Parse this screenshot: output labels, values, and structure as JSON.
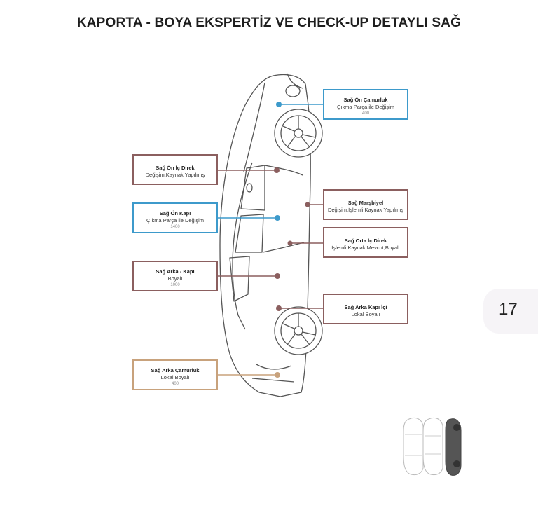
{
  "title": "KAPORTA - BOYA EKSPERTİZ VE CHECK-UP DETAYLI SAĞ",
  "colors": {
    "changed": "#3d9acb",
    "repaired": "#8b5f5f",
    "local_paint": "#c8a27c"
  },
  "parts": [
    {
      "name": "Sağ Ön Çamurluk",
      "status": "Çıkma Parça ile Değişim",
      "cost": "400"
    },
    {
      "name": "Sağ Ön İç Direk",
      "status": "Değişim,Kaynak Yapılmış",
      "cost": ""
    },
    {
      "name": "Sağ Marşbiyel",
      "status": "Değişim,İşlemli,Kaynak Yapılmış",
      "cost": ""
    },
    {
      "name": "Sağ Ön Kapı",
      "status": "Çıkma Parça ile Değişim",
      "cost": "1400"
    },
    {
      "name": "Sağ Orta İç Direk",
      "status": "İşlemli,Kaynak Mevcut,Boyalı",
      "cost": ""
    },
    {
      "name": "Sağ Arka - Kapı",
      "status": "Boyalı",
      "cost": "1000"
    },
    {
      "name": "Sağ Arka Kapı İçi",
      "status": "Lokal Boyalı",
      "cost": ""
    },
    {
      "name": "Sağ Arka Çamurluk",
      "status": "Lokal Boyalı",
      "cost": "400"
    }
  ],
  "page_number": "17",
  "icons": [
    "car-side-outline-icon",
    "car-top-view-thumbnail-icon"
  ]
}
